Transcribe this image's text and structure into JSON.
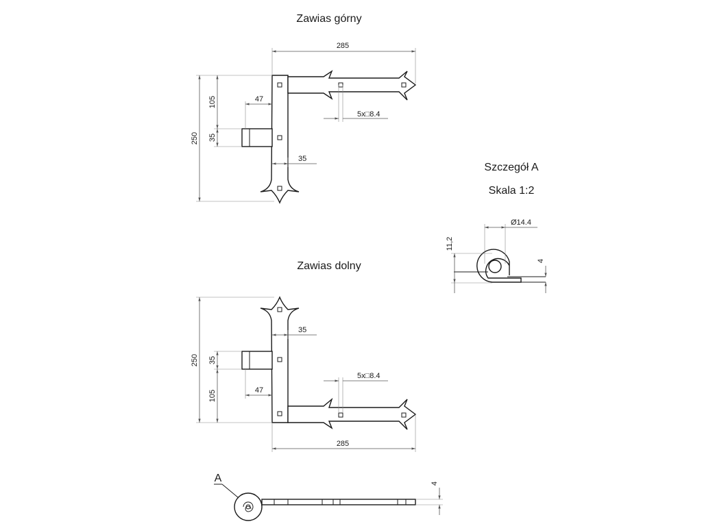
{
  "titles": {
    "top_hinge": "Zawias górny",
    "bottom_hinge": "Zawias dolny",
    "detail": "Szczegół A",
    "scale": "Skala 1:2"
  },
  "top_dims": {
    "length": "285",
    "height": "250",
    "upper": "105",
    "knuckle": "35",
    "offset": "47",
    "strap_width": "35",
    "holes": "5x□8.4"
  },
  "bottom_dims": {
    "length": "285",
    "height": "250",
    "lower": "105",
    "knuckle": "35",
    "offset": "47",
    "strap_width": "35",
    "holes": "5x□8.4"
  },
  "detail_dims": {
    "diameter": "Ø14.4",
    "height": "11,2",
    "thickness": "4"
  },
  "side_view": {
    "marker": "A",
    "thickness": "4"
  },
  "colors": {
    "line": "#1a1a1a",
    "dimension": "#555555"
  }
}
